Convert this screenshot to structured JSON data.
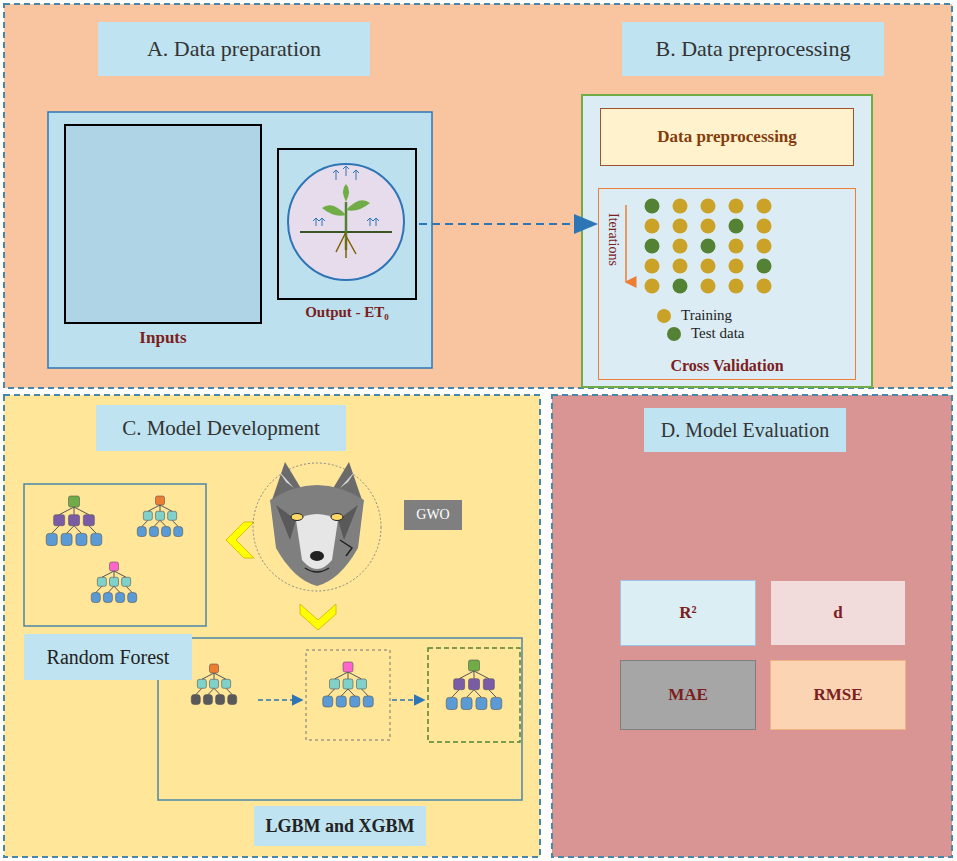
{
  "diagram": {
    "nodes": [
      {
        "text": [
          "A. Data preparation"
        ]
      },
      {
        "text": [
          "B. Data preprocessing"
        ]
      },
      {
        "text": [
          "Inputs"
        ]
      },
      {
        "text": [
          "Output - ET₀"
        ]
      },
      {
        "text": [
          "Data preprocessing"
        ]
      },
      {
        "text": [
          "Iterations",
          "Cross Validation"
        ]
      },
      {
        "text": [
          "C. Model Development"
        ]
      },
      {
        "text": [
          "GWO"
        ]
      },
      {
        "text": [
          "Random Forest"
        ]
      },
      {
        "text": [
          "LGBM and XGBM"
        ]
      },
      {
        "text": [
          "D. Model Evaluation"
        ]
      },
      {
        "text": [
          "R²"
        ]
      },
      {
        "text": [
          "d"
        ]
      },
      {
        "text": [
          "MAE"
        ]
      },
      {
        "text": [
          "RMSE"
        ]
      }
    ],
    "edges": [
      {
        "from": 3,
        "to": 5,
        "arrow": "to"
      }
    ],
    "legend": [
      {
        "text": "Training",
        "color": "#c9a227"
      },
      {
        "text": "Test data",
        "color": "#548235"
      }
    ]
  }
}
